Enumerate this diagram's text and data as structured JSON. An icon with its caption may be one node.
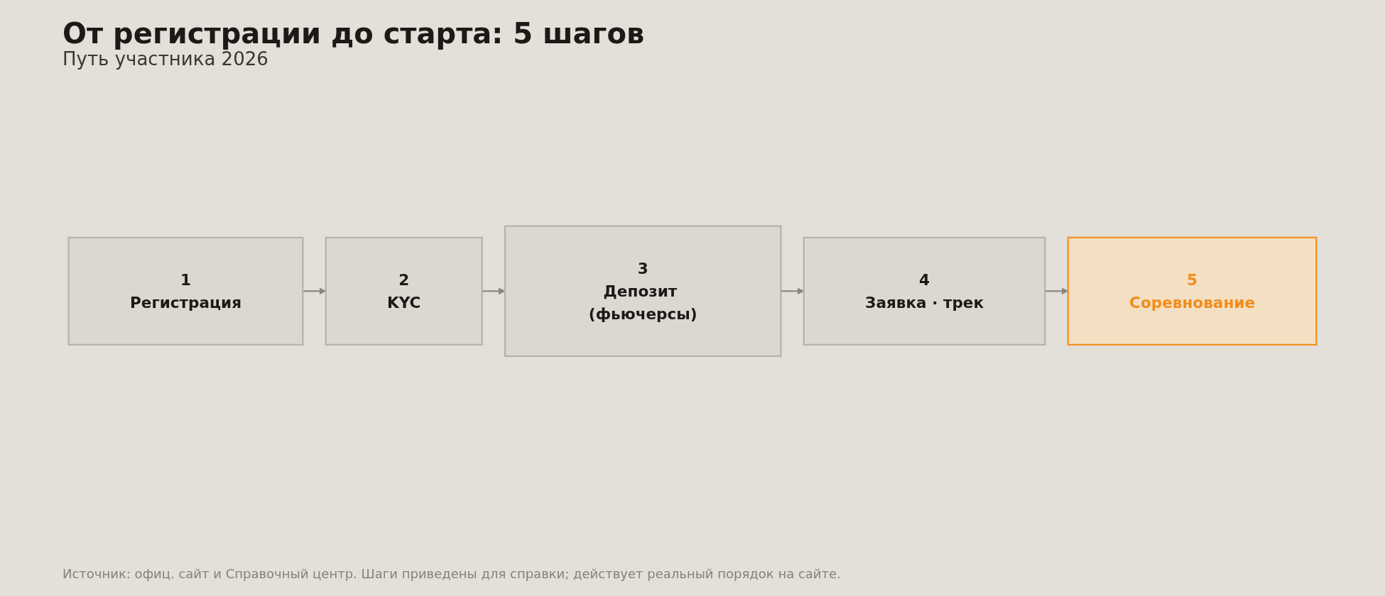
{
  "diagram": {
    "title": "От регистрации до старта: 5 шагов",
    "caption": "Источник: офиц. сайт и Справочный центр. Шаги приведены для справки; действует реальный порядок на сайте.",
    "nodes": [
      {
        "text": [
          "1",
          "Регистрация"
        ]
      },
      {
        "text": [
          "2",
          "KYC"
        ]
      },
      {
        "text": [
          "3",
          "Депозит (фьючерсы)"
        ]
      },
      {
        "text": [
          "4",
          "Заявка · трек"
        ]
      },
      {
        "text": [
          "5",
          "Соревнование"
        ]
      }
    ],
    "edges": [
      {
        "from": 0,
        "to": 1,
        "arrow": "to"
      },
      {
        "from": 1,
        "to": 2,
        "arrow": "to"
      },
      {
        "from": 2,
        "to": 3,
        "arrow": "to"
      },
      {
        "from": 3,
        "to": 4,
        "arrow": "to"
      }
    ],
    "labels": [
      "Путь участника 2026"
    ]
  }
}
